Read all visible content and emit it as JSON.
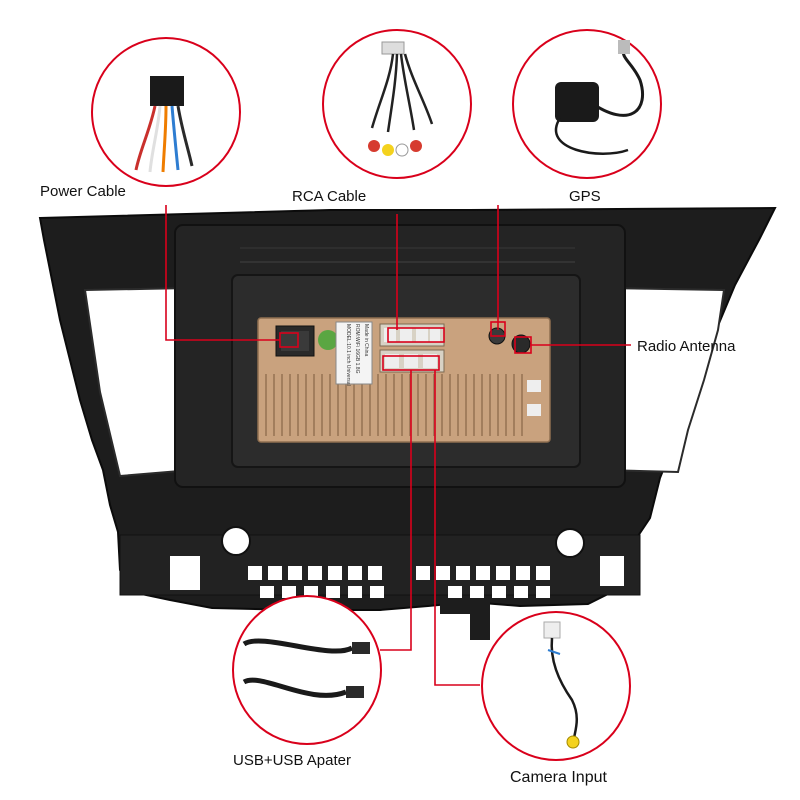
{
  "labels": {
    "power_cable": "Power Cable",
    "rca_cable": "RCA Cable",
    "gps": "GPS",
    "radio_antenna": "Radio Antenna",
    "usb": "USB+USB Apater",
    "camera_input": "Camera Input"
  },
  "unit_sticker": [
    "MODEL:10.1 inch Universal",
    "ROM:WiFi 16GB 1.8G",
    "Made in China"
  ],
  "colors": {
    "callout": "#d9001b",
    "frame": "#1d1d1d",
    "unit_body": "#c9a27e"
  }
}
